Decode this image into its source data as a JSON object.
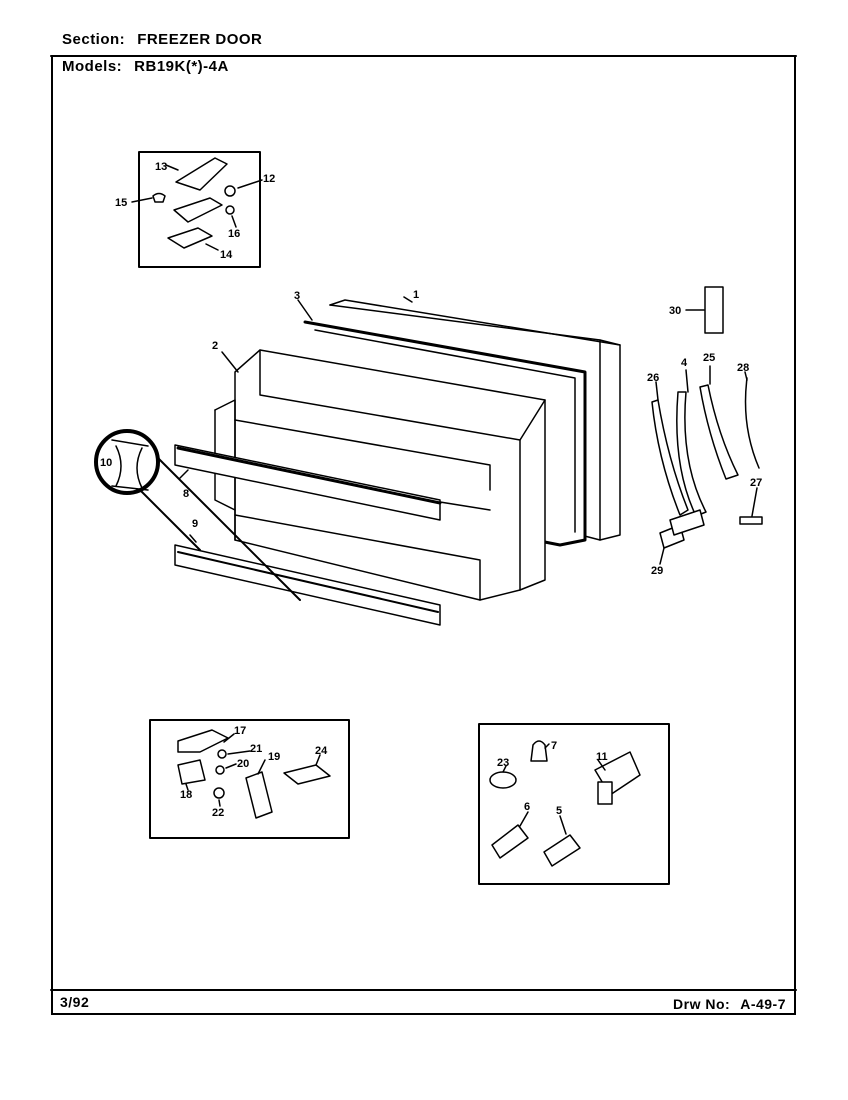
{
  "header": {
    "section_label": "Section:",
    "section_value": "FREEZER DOOR",
    "models_label": "Models:",
    "models_value": "RB19K(*)-4A"
  },
  "footer": {
    "date": "3/92",
    "drawing_label": "Drw No:",
    "drawing_number": "A-49-7"
  },
  "callouts": {
    "c1": "1",
    "c2": "2",
    "c3": "3",
    "c4": "4",
    "c5": "5",
    "c6": "6",
    "c7": "7",
    "c8": "8",
    "c9": "9",
    "c10": "10",
    "c11": "11",
    "c12": "12",
    "c13": "13",
    "c14": "14",
    "c15": "15",
    "c16": "16",
    "c17": "17",
    "c18": "18",
    "c19": "19",
    "c20": "20",
    "c21": "21",
    "c22": "22",
    "c23": "23",
    "c24": "24",
    "c25": "25",
    "c26": "26",
    "c27": "27",
    "c28": "28",
    "c29": "29",
    "c30": "30"
  }
}
